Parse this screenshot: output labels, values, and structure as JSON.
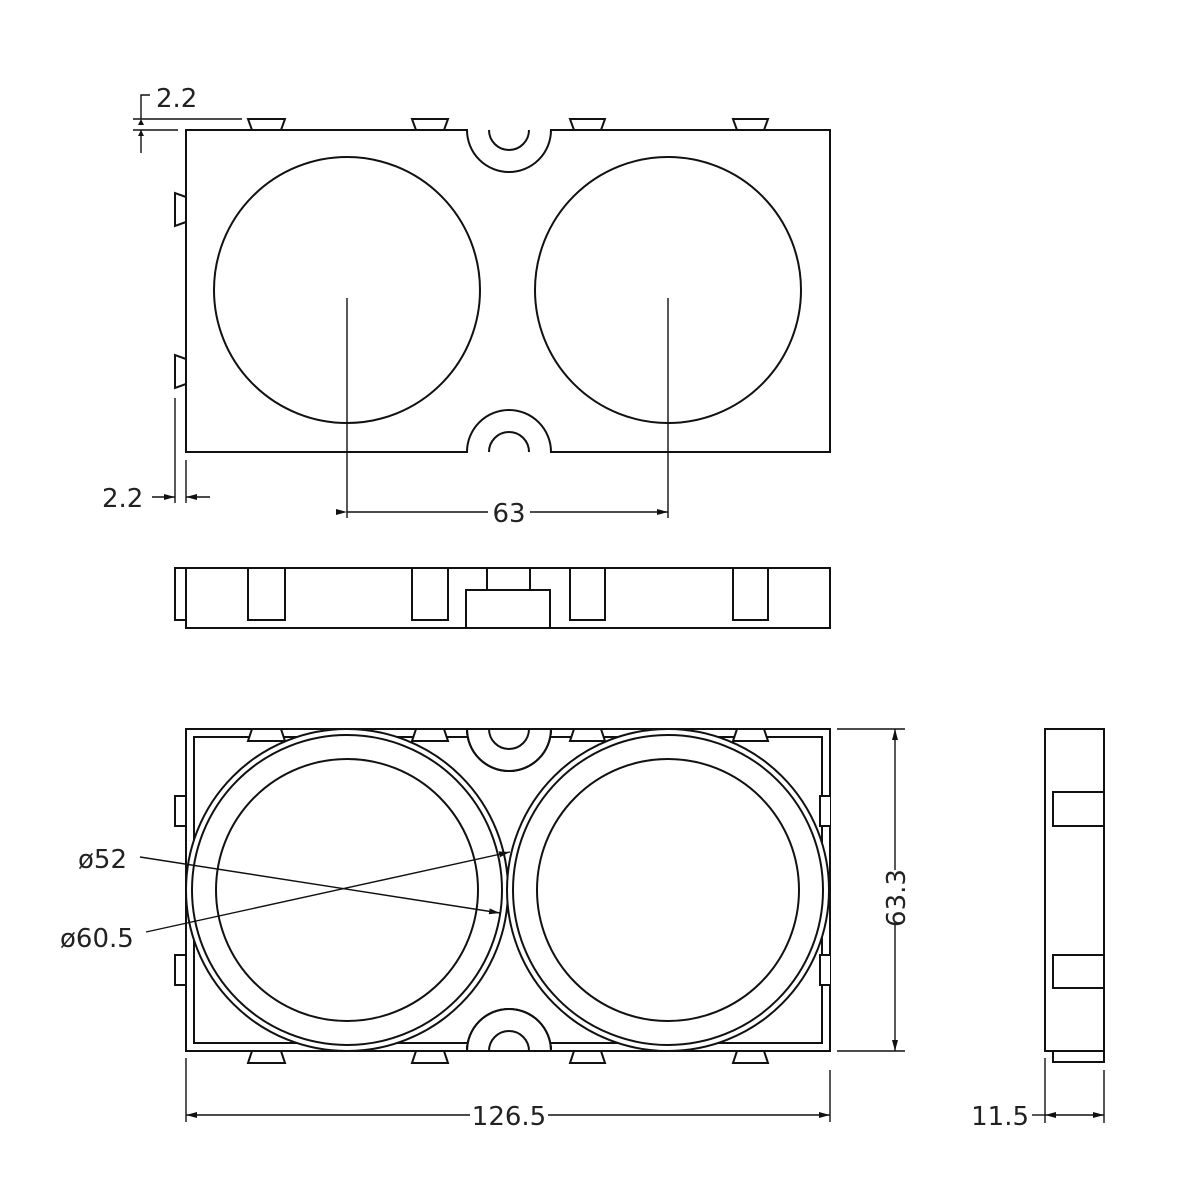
{
  "dimensions": {
    "top_offset": "2.2",
    "left_offset": "2.2",
    "center_spacing": "63",
    "inner_diameter": "ø52",
    "outer_diameter": "ø60.5",
    "height": "63.3",
    "length": "126.5",
    "thickness": "11.5"
  },
  "colors": {
    "line": "#111111",
    "background": "#ffffff"
  }
}
